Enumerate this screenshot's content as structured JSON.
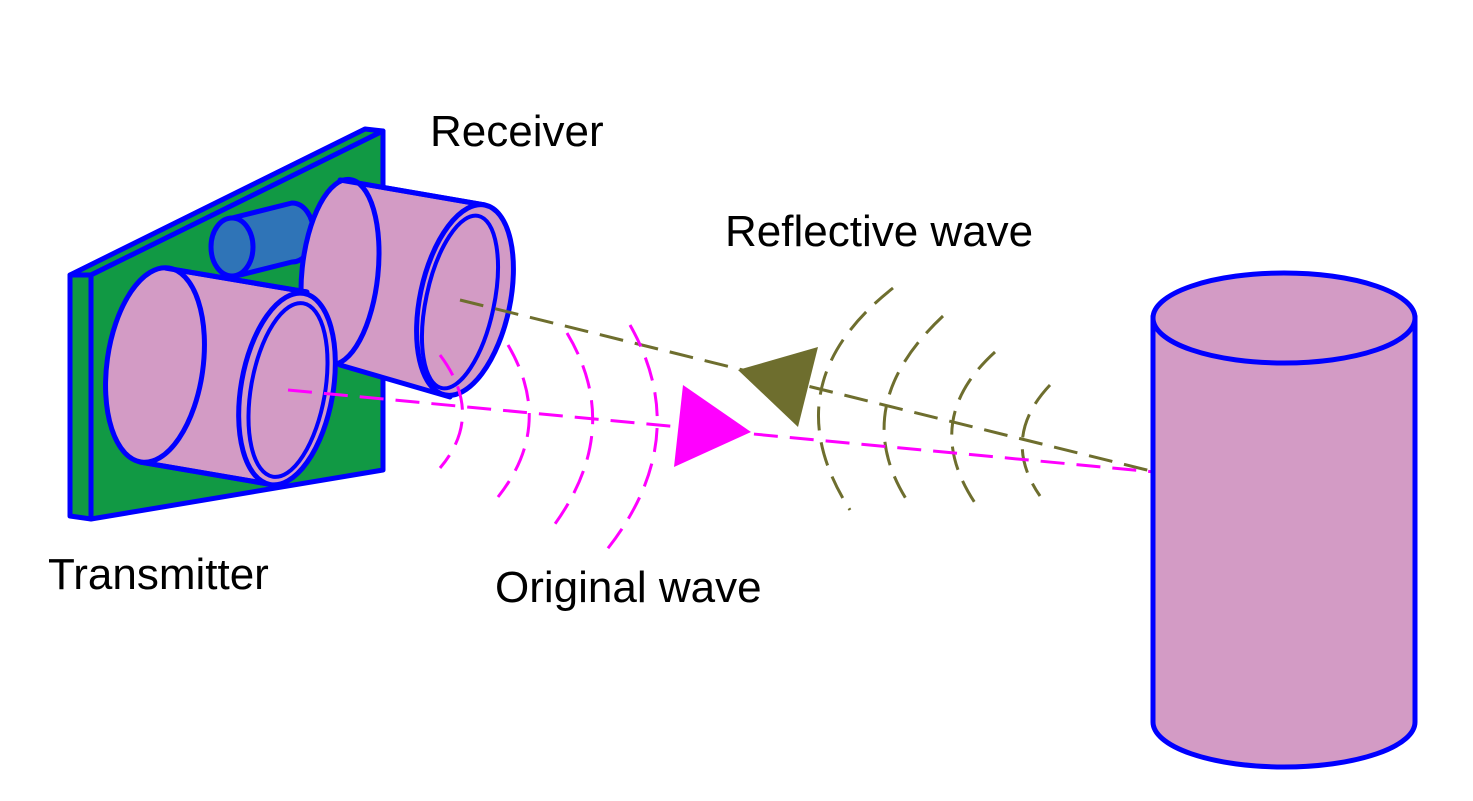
{
  "labels": {
    "receiver": "Receiver",
    "transmitter": "Transmitter",
    "reflective_wave": "Reflective wave",
    "original_wave": "Original wave"
  },
  "colors": {
    "outline": "#0000ff",
    "board": "#119944",
    "transducer_body": "#d39bc5",
    "crystal": "#2f74b7",
    "original_wave": "#ff00ff",
    "reflective_wave": "#6e6e2e",
    "text": "#000000",
    "background": "#ffffff"
  }
}
